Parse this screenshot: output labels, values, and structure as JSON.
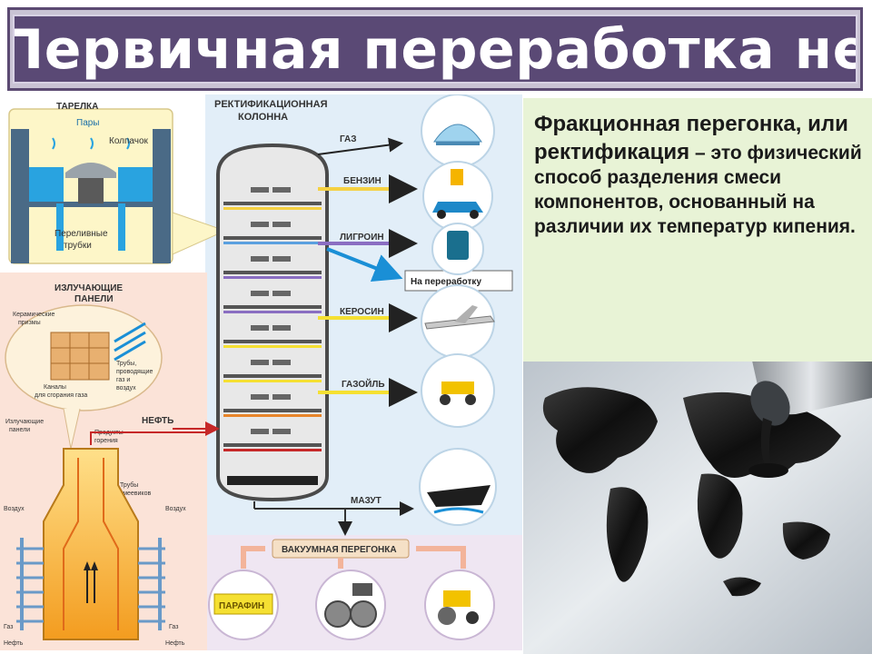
{
  "title": "Первичная переработка нефти",
  "definition": {
    "lead": "Фракционная перегонка, или ректификация",
    "rest": " – это физический способ разделения смеси компонентов, основанный на различии их температур кипения."
  },
  "diagram": {
    "tray": {
      "title": "ТАРЕЛКА",
      "vapors": "Пары",
      "cap": "Колпачок",
      "overflow_tubes": [
        "Переливные",
        "трубки"
      ]
    },
    "column_title": [
      "РЕКТИФИКАЦИОННАЯ",
      "КОЛОННА"
    ],
    "fractions": [
      "ГАЗ",
      "БЕНЗИН",
      "ЛИГРОИН",
      "КЕРОСИН",
      "ГАЗОЙЛЬ",
      "МАЗУТ"
    ],
    "to_processing": "На переработку",
    "vacuum": "ВАКУУМНАЯ ПЕРЕГОНКА",
    "paraffin": "ПАРАФИН",
    "oil_input": "НЕФТЬ",
    "furnace": {
      "panels_title": [
        "ИЗЛУЧАЮЩИЕ",
        "ПАНЕЛИ"
      ],
      "ceramic": [
        "Керамические",
        "призмы"
      ],
      "tubes_gas": [
        "Трубы,",
        "проводящие",
        "газ и",
        "воздух"
      ],
      "channels": [
        "Каналы",
        "для сгорания газа"
      ],
      "radiant": [
        "Излучающие",
        "панели"
      ],
      "products": [
        "Продукты",
        "горения"
      ],
      "coil_tubes": [
        "Трубы",
        "змеевиков"
      ],
      "air": "Воздух",
      "gas": "Газ",
      "oil": "Нефть"
    }
  },
  "colors": {
    "title_bg": "#5a4975",
    "definition_bg": "#e8f3d6",
    "column_fill": "#e6e6e6",
    "arrow_blue": "#1a8fd6",
    "furnace_fill": "#f5b83a"
  }
}
